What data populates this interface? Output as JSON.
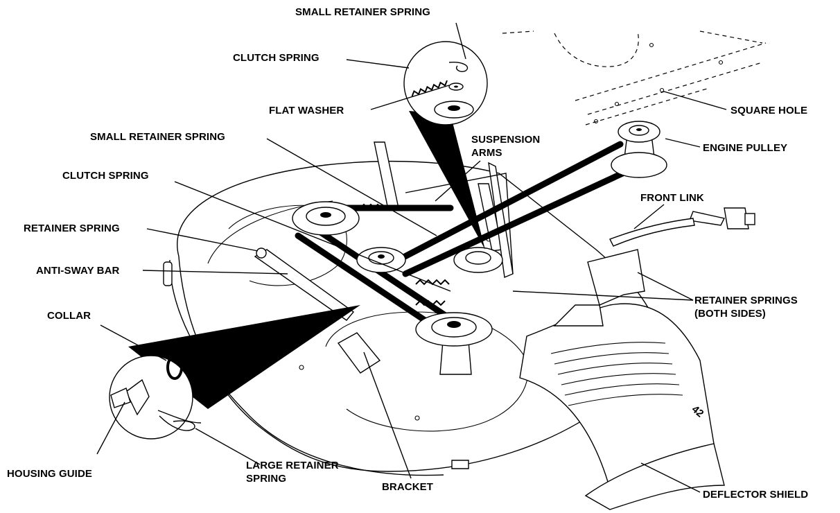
{
  "labels": {
    "small_retainer_spring_top": "SMALL RETAINER SPRING",
    "clutch_spring_top": "CLUTCH SPRING",
    "flat_washer": "FLAT WASHER",
    "square_hole": "SQUARE HOLE",
    "small_retainer_spring_mid": "SMALL RETAINER SPRING",
    "suspension_arms_1": "SUSPENSION",
    "suspension_arms_2": "ARMS",
    "engine_pulley": "ENGINE PULLEY",
    "clutch_spring_mid": "CLUTCH SPRING",
    "front_link": "FRONT LINK",
    "retainer_spring": "RETAINER SPRING",
    "anti_sway_bar": "ANTI-SWAY BAR",
    "retainer_springs_1": "RETAINER SPRINGS",
    "retainer_springs_2": "(BOTH SIDES)",
    "collar": "COLLAR",
    "housing_guide": "HOUSING GUIDE",
    "large_retainer_spring_1": "LARGE RETAINER",
    "large_retainer_spring_2": "SPRING",
    "bracket": "BRACKET",
    "deflector_shield": "DEFLECTOR SHIELD",
    "deck_badge": "42"
  }
}
